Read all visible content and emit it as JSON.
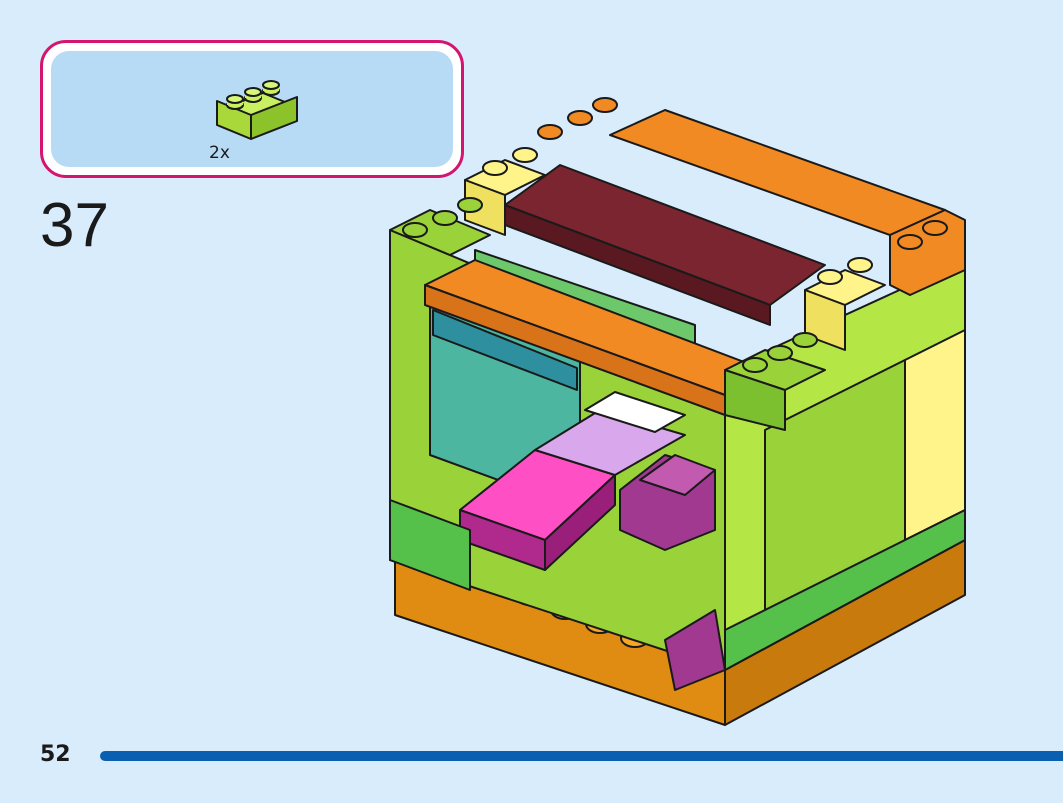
{
  "parts": {
    "items": [
      {
        "qty": "2x",
        "icon": "lime-brick-1x3-icon",
        "color": "#b4e646"
      }
    ],
    "border_color": "#d4146e"
  },
  "step": {
    "number": "37"
  },
  "page": {
    "number": "52",
    "progress": 1.0,
    "progress_color": "#0b5fb0"
  }
}
